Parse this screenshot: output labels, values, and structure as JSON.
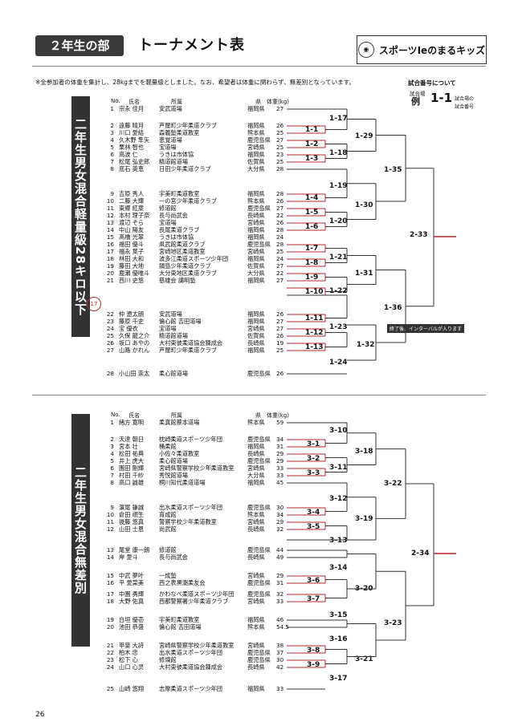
{
  "header": {
    "section_badge": "２年生の部",
    "title": "トーナメント表",
    "logo_text": "スポーツIeのまるキッズ"
  },
  "note": "※全参加者の体重を集計し、28kgまでを軽量級としました。なお、希望者は体重に関わらず、無差別となっています。",
  "key": {
    "title": "試合番号について",
    "court_label": "試合場",
    "example": "例",
    "mark": "1-1",
    "court_number_label": "試合場の",
    "match_number_label": "試合番号"
  },
  "columns": {
    "no": "No.",
    "name": "氏名",
    "club": "所属",
    "pref": "県",
    "weight": "体重(kg)"
  },
  "light": {
    "sidebar": "二年生男女混合軽量級28キロ以下",
    "marker": "17",
    "interval_note": "終了後、インターバルが入ります",
    "entries": [
      [
        "1",
        "宗永 佳月",
        "安武道場",
        "福岡県",
        "27"
      ],
      [
        "2",
        "遠藤 晴月",
        "芦屋町少年柔道クラブ",
        "福岡県",
        "26"
      ],
      [
        "3",
        "川口 愛結",
        "森義塾柔道教室",
        "熊本県",
        "25"
      ],
      [
        "4",
        "久木野 隼矢",
        "恵覚道場",
        "鹿児島県",
        "27"
      ],
      [
        "5",
        "栗林 智也",
        "宝道場",
        "宮崎県",
        "25"
      ],
      [
        "6",
        "高波 仁",
        "うきは市体協",
        "福岡県",
        "23"
      ],
      [
        "7",
        "松尾 弘史郎",
        "精道館道場",
        "佐賀県",
        "25"
      ],
      [
        "8",
        "底石 英恵",
        "日田少年柔道クラブ",
        "大分県",
        "28"
      ],
      [
        "9",
        "吉原 秀人",
        "宇美町柔道教室",
        "福岡県",
        "28"
      ],
      [
        "10",
        "二藤 大輝",
        "一の宮少年柔道クラブ",
        "熊本県",
        "26"
      ],
      [
        "11",
        "東郷 紅葉",
        "修道館",
        "鹿児島県",
        "27"
      ],
      [
        "12",
        "本村 理子奈",
        "長与尚武会",
        "長崎県",
        "22"
      ],
      [
        "13",
        "渡辺 そら",
        "宝道場",
        "宮崎県",
        "26"
      ],
      [
        "14",
        "中山 陽友",
        "長尾柔道クラブ",
        "福岡県",
        "28"
      ],
      [
        "15",
        "髙橋 光翠",
        "うきは市体協",
        "福岡県",
        "24"
      ],
      [
        "16",
        "福田 優斗",
        "県武館柔道クラブ",
        "鹿児島県",
        "28"
      ],
      [
        "17",
        "福永 葉子",
        "宮崎地区柔道教室",
        "宮崎県",
        "25"
      ],
      [
        "18",
        "林田 大和",
        "波多江柔道スポーツ少年団",
        "福岡県",
        "24"
      ],
      [
        "19",
        "藤田 大地",
        "鍋島少年柔道クラブ",
        "佐賀県",
        "27"
      ],
      [
        "20",
        "鹿瀬 優唯斗",
        "大分東地区柔道クラブ",
        "大分県",
        "22"
      ],
      [
        "21",
        "西川 史悠",
        "慈雄会 講明塾",
        "福岡県",
        "27"
      ],
      [
        "22",
        "仲 遼太朗",
        "安武道場",
        "福岡県",
        "26"
      ],
      [
        "23",
        "藤原 千史",
        "倫心館 吉田道場",
        "福岡県",
        "27"
      ],
      [
        "24",
        "宝 優衣",
        "宝道場",
        "宮崎県",
        "27"
      ],
      [
        "25",
        "久保 龍之介",
        "精道館道場",
        "佐賀県",
        "26"
      ],
      [
        "26",
        "坂口 あやの",
        "大村東彼柔道協会錬成会",
        "長崎県",
        "19"
      ],
      [
        "27",
        "山路 かれん",
        "芦屋町少年柔道クラブ",
        "福岡県",
        "25"
      ],
      [
        "28",
        "小山田 崇太",
        "柔心館道場",
        "鹿児島県",
        "26"
      ]
    ],
    "matches": [
      "1-1",
      "1-2",
      "1-3",
      "1-4",
      "1-5",
      "1-6",
      "1-7",
      "1-8",
      "1-9",
      "1-10",
      "1-11",
      "1-12",
      "1-13",
      "1-17",
      "1-18",
      "1-19",
      "1-20",
      "1-21",
      "1-22",
      "1-23",
      "1-24",
      "1-29",
      "1-30",
      "1-31",
      "1-32",
      "1-35",
      "1-36",
      "2-33"
    ]
  },
  "open": {
    "sidebar": "二年生男女混合無差別",
    "entries": [
      [
        "1",
        "緒方 寛明",
        "柔真館蔡本道場",
        "熊本県",
        "59"
      ],
      [
        "2",
        "天達 朝日",
        "枕崎柔道スポーツ少年団",
        "鹿児島県",
        "34"
      ],
      [
        "3",
        "宮本 壮",
        "桶柔館",
        "福岡県",
        "31"
      ],
      [
        "4",
        "松田 祐典",
        "小佐々柔道教室",
        "長崎県",
        "29"
      ],
      [
        "5",
        "井上 虎大",
        "柔心館道場",
        "鹿児島県",
        "29"
      ],
      [
        "6",
        "園田 剛輝",
        "宮崎県警察学校少年柔道教室",
        "宮崎県",
        "33"
      ],
      [
        "7",
        "村田 千紗",
        "秀悦館道場",
        "大分県",
        "33"
      ],
      [
        "8",
        "高口 誠雄",
        "桐川知代柔道道場",
        "福岡県",
        "45"
      ],
      [
        "9",
        "濵尾 鎌誠",
        "出水柔道スポーツ少年団",
        "鹿児島県",
        "30"
      ],
      [
        "10",
        "倉田 頑生",
        "育成館",
        "熊本県",
        "34"
      ],
      [
        "11",
        "後藤 悠真",
        "警察学校少年柔道教室",
        "宮崎県",
        "29"
      ],
      [
        "12",
        "山田 士恩",
        "尚武館",
        "長崎県",
        "32"
      ],
      [
        "13",
        "尾堂 康一朗",
        "修道館",
        "鹿児島県",
        "44"
      ],
      [
        "14",
        "岸 愛斗",
        "長与尚武会",
        "長崎県",
        "49"
      ],
      [
        "15",
        "中武 夢叶",
        "一成塾",
        "宮崎県",
        "29"
      ],
      [
        "16",
        "平 愛菜美",
        "西之表黒潮柔友会",
        "鹿児島県",
        "31"
      ],
      [
        "17",
        "中園 勇輝",
        "かわなべ柔道スポーツ少年団",
        "鹿児島県",
        "32"
      ],
      [
        "18",
        "大野 佑真",
        "西都警察署少年柔道クラブ",
        "宮崎県",
        "33"
      ],
      [
        "19",
        "白垣 優壱",
        "宇美町柔道教室",
        "福岡県",
        "46"
      ],
      [
        "20",
        "池田 恭盛",
        "倫心館 吉田道場",
        "熊本県",
        "54.5"
      ],
      [
        "21",
        "甲斐 大詩",
        "宮崎県警察学校少年柔道教室",
        "宮崎県",
        "38"
      ],
      [
        "22",
        "柏木 忠",
        "出水柔道スポーツ少年団",
        "鹿児島県",
        "37"
      ],
      [
        "23",
        "松下 心",
        "修煉館",
        "鹿児島県",
        "30"
      ],
      [
        "24",
        "山口 心灵",
        "大村東彼柔道協会錬成会",
        "長崎県",
        "42"
      ],
      [
        "25",
        "山崎 悠翔",
        "志摩柔道スポーツ少年団",
        "福岡県",
        "33"
      ]
    ],
    "matches": [
      "3-1",
      "3-2",
      "3-3",
      "3-4",
      "3-5",
      "3-6",
      "3-7",
      "3-8",
      "3-9",
      "3-10",
      "3-11",
      "3-12",
      "3-13",
      "3-14",
      "3-15",
      "3-16",
      "3-17",
      "3-18",
      "3-19",
      "3-20",
      "3-21",
      "3-22",
      "3-23",
      "2-34"
    ]
  },
  "page_number": "26",
  "colors": {
    "red": "#b02828",
    "dark": "#333333"
  }
}
